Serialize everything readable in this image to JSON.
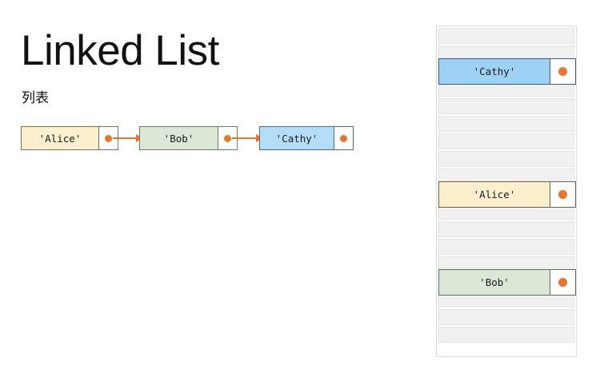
{
  "slide": {
    "title": "Linked List",
    "subtitle": "列表"
  },
  "colors": {
    "accent_orange": "#e8762c",
    "node_alice_fill": "#fbefce",
    "node_bob_fill": "#dce7d8",
    "node_cathy_fill": "#b4def8",
    "memory_cathy_fill": "#9ed2f5",
    "memory_slot_fill": "#f0f0f0",
    "border_gray": "#6e6e6e"
  },
  "chain": {
    "nodes": [
      {
        "value": "'Alice'",
        "pointer_icon": "pointer-dot-icon",
        "has_next_arrow": true
      },
      {
        "value": "'Bob'",
        "pointer_icon": "pointer-dot-icon",
        "has_next_arrow": true
      },
      {
        "value": "'Cathy'",
        "pointer_icon": "pointer-dot-icon",
        "has_next_arrow": false
      }
    ],
    "arrows": [
      {
        "from": "'Alice'",
        "to": "'Bob'"
      },
      {
        "from": "'Bob'",
        "to": "'Cathy'"
      }
    ]
  },
  "memory": {
    "total_slots": 18,
    "slots": [
      {
        "index": 0,
        "occupied": false,
        "value": ""
      },
      {
        "index": 1,
        "occupied": false,
        "value": ""
      },
      {
        "index": 2,
        "occupied": true,
        "value": "'Cathy'",
        "pointer_icon": "pointer-dot-icon"
      },
      {
        "index": 3,
        "occupied": false,
        "value": ""
      },
      {
        "index": 4,
        "occupied": false,
        "value": ""
      },
      {
        "index": 5,
        "occupied": false,
        "value": ""
      },
      {
        "index": 6,
        "occupied": false,
        "value": ""
      },
      {
        "index": 7,
        "occupied": false,
        "value": ""
      },
      {
        "index": 8,
        "occupied": false,
        "value": ""
      },
      {
        "index": 9,
        "occupied": true,
        "value": "'Alice'",
        "pointer_icon": "pointer-dot-icon"
      },
      {
        "index": 10,
        "occupied": false,
        "value": ""
      },
      {
        "index": 11,
        "occupied": false,
        "value": ""
      },
      {
        "index": 12,
        "occupied": false,
        "value": ""
      },
      {
        "index": 13,
        "occupied": false,
        "value": ""
      },
      {
        "index": 14,
        "occupied": true,
        "value": "'Bob'",
        "pointer_icon": "pointer-dot-icon"
      },
      {
        "index": 15,
        "occupied": false,
        "value": ""
      },
      {
        "index": 16,
        "occupied": false,
        "value": ""
      },
      {
        "index": 17,
        "occupied": false,
        "value": ""
      }
    ]
  }
}
